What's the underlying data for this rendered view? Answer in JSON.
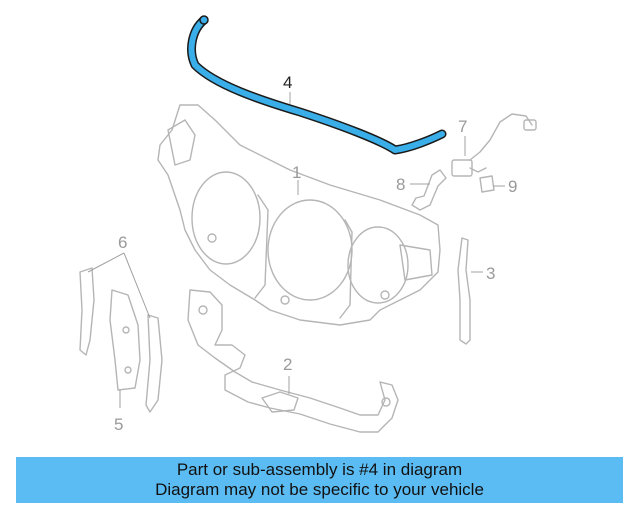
{
  "callouts": [
    "1",
    "2",
    "3",
    "4",
    "5",
    "6",
    "7",
    "8",
    "9"
  ],
  "highlight_callout": "4",
  "colors": {
    "banner": "#5bbcf3",
    "highlight": "#3aaee8",
    "line": "#b5b5b5"
  },
  "banner": {
    "line1": "Part or sub-assembly is #4 in diagram",
    "line2": "Diagram may not be specific to your vehicle"
  }
}
